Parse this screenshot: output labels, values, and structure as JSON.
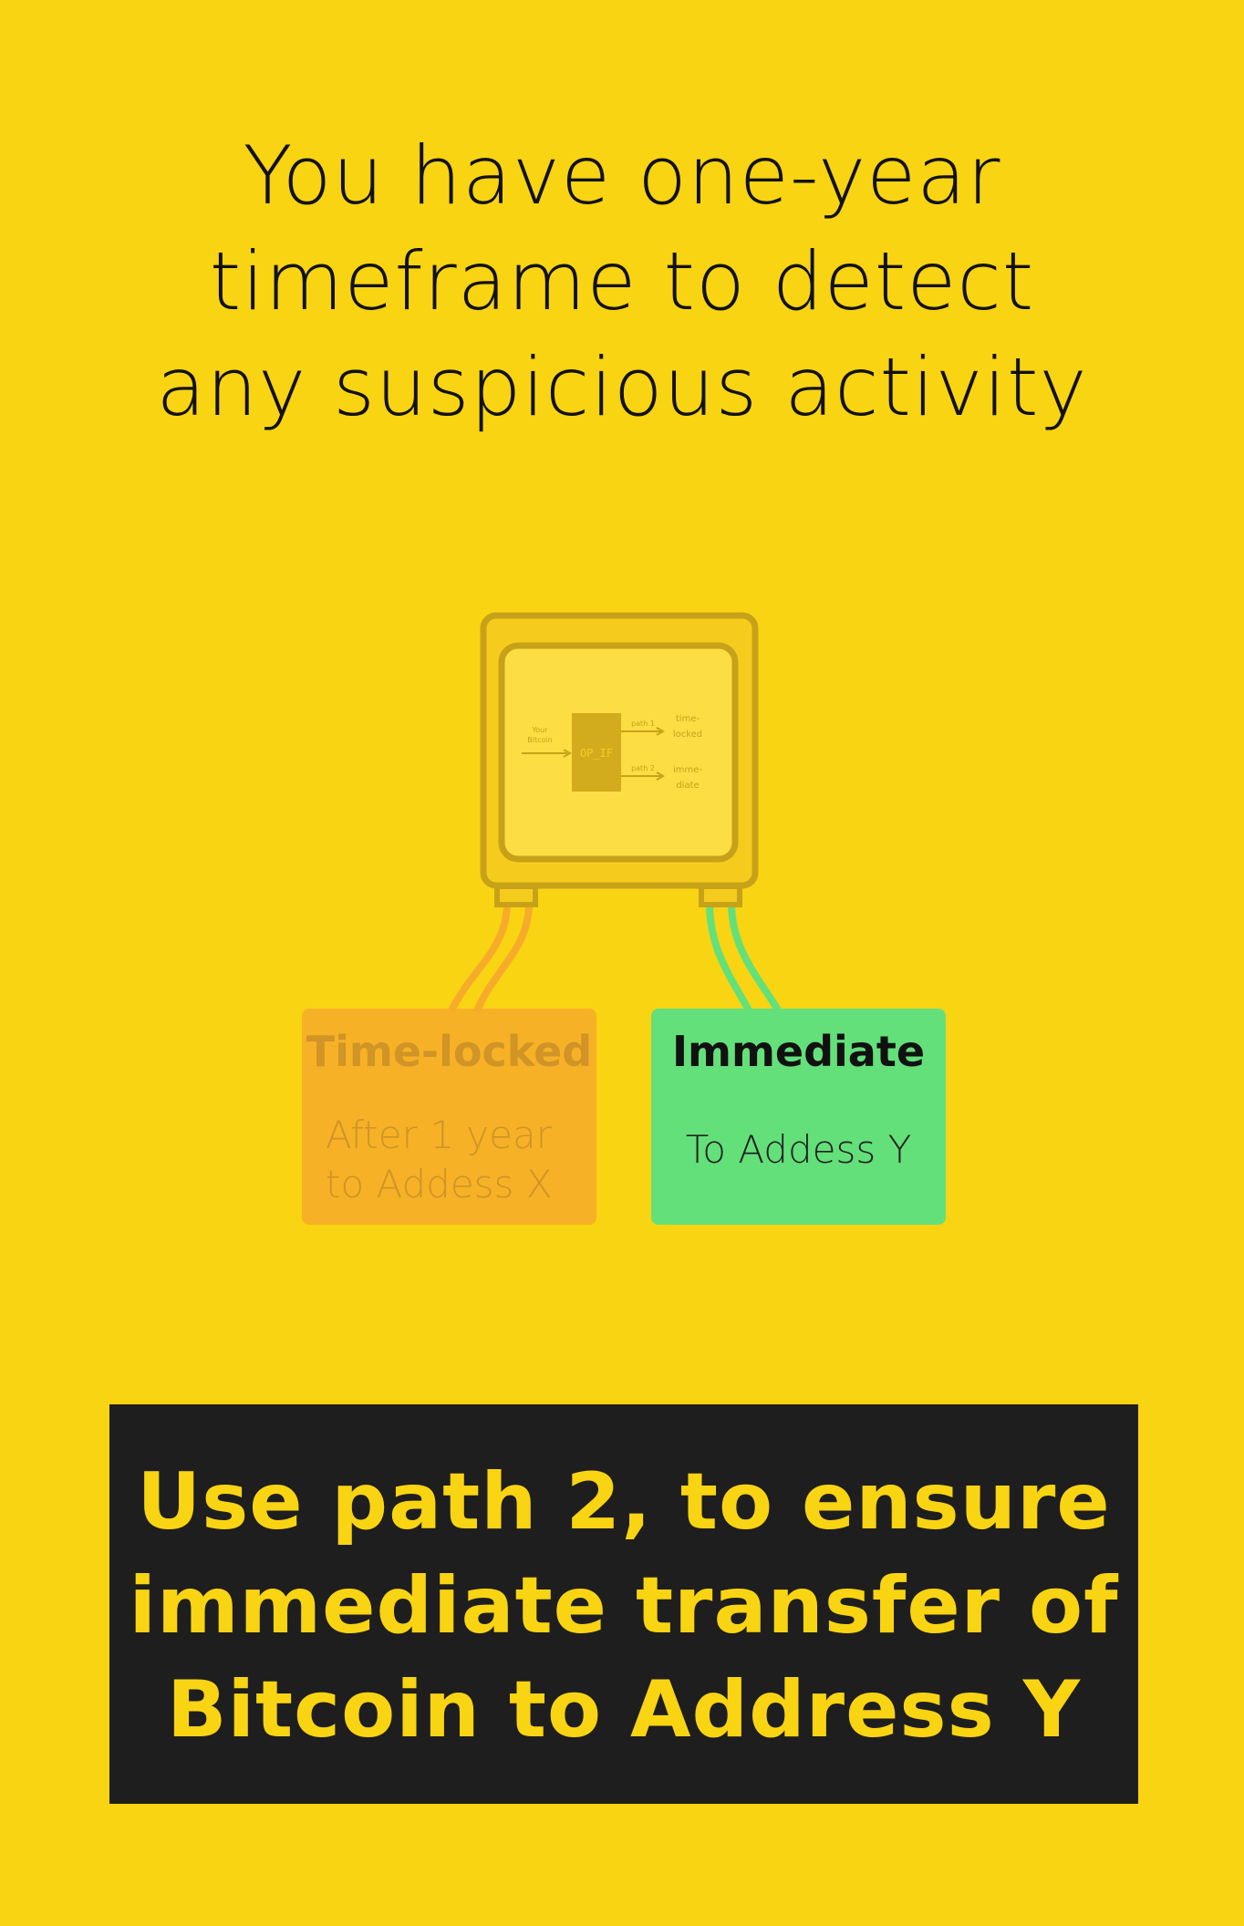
{
  "headline": {
    "lines": [
      "You have one-year",
      "timeframe to detect",
      "any suspicious activity"
    ]
  },
  "diagram": {
    "box": {
      "input_label_line1": "Your",
      "input_label_line2": "Bitcoin",
      "opcode": "OP_IF",
      "path1_label": "path 1",
      "path1_target_line1": "time-",
      "path1_target_line2": "locked",
      "path2_label": "path 2",
      "path2_target_line1": "imme-",
      "path2_target_line2": "diate"
    },
    "timelocked": {
      "title": "Time-locked",
      "body_line1": "After 1 year",
      "body_line2": "to Addess X",
      "color": "#f6ac2a"
    },
    "immediate": {
      "title": "Immediate",
      "body": "To Addess Y",
      "color": "#63e07a"
    }
  },
  "banner": {
    "lines": [
      "Use path 2, to ensure",
      "immediate transfer of",
      "Bitcoin to Address Y"
    ],
    "background": "#1e1e1e",
    "text_color": "#f9d412"
  }
}
